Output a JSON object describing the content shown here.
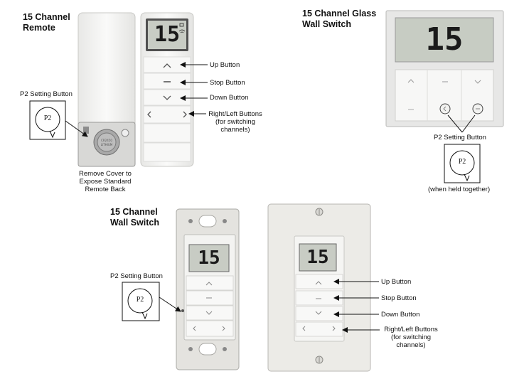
{
  "remote": {
    "title_line1": "15 Channel",
    "title_line2": "Remote",
    "display_number": "15",
    "labels": {
      "up": "Up Button",
      "stop": "Stop Button",
      "down": "Down Button",
      "right_left_1": "Right/Left Buttons",
      "right_left_2": "(for switching",
      "right_left_3": "channels)",
      "p2_setting": "P2 Setting Button",
      "cover_1": "Remove Cover to",
      "cover_2": "Expose Standard",
      "cover_3": "Remote Back"
    },
    "p2_badge": "P2"
  },
  "glass_switch": {
    "title_line1": "15 Channel Glass",
    "title_line2": "Wall Switch",
    "display_number": "15",
    "labels": {
      "p2_setting": "P2 Setting Button",
      "held_together": "(when held together)"
    },
    "p2_badge": "P2"
  },
  "wall_switch": {
    "title_line1": "15 Channel",
    "title_line2": "Wall Switch",
    "display_number": "15",
    "labels": {
      "p2_setting": "P2 Setting Button",
      "up": "Up Button",
      "stop": "Stop Button",
      "down": "Down Button",
      "right_left_1": "Right/Left Buttons",
      "right_left_2": "(for switching",
      "right_left_3": "channels)"
    },
    "p2_badge": "P2"
  },
  "colors": {
    "device_white": "#f4f4f2",
    "device_edge": "#c9c9c6",
    "lcd_bg": "#c8ccc4",
    "lcd_digit": "#1a1a1a",
    "plate": "#ecebe7"
  }
}
